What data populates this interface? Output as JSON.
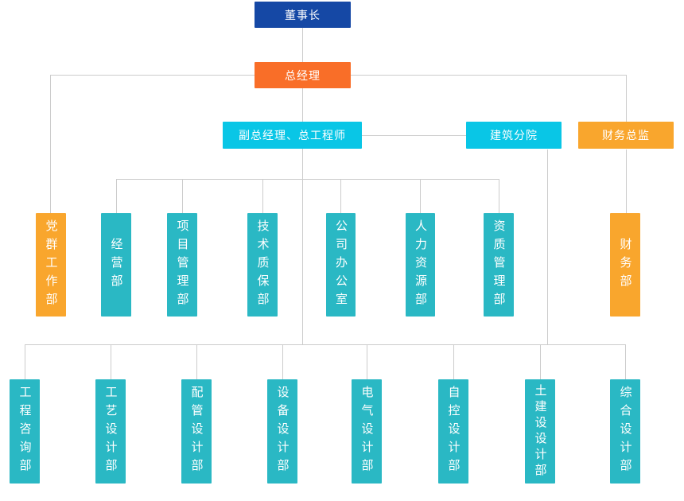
{
  "org_chart": {
    "type": "organization-chart",
    "level1": [
      {
        "label": "董事长"
      }
    ],
    "level2": [
      {
        "label": "总经理"
      }
    ],
    "level3": [
      {
        "label": "副总经理、总工程师"
      },
      {
        "label": "建筑分院"
      },
      {
        "label": "财务总监"
      }
    ],
    "departments": [
      {
        "label": "党群工作部"
      },
      {
        "label": "经营部"
      },
      {
        "label": "项目管理部"
      },
      {
        "label": "技术质保部"
      },
      {
        "label": "公司办公室"
      },
      {
        "label": "人力资源部"
      },
      {
        "label": "资质管理部"
      },
      {
        "label": "财务部"
      }
    ],
    "design_departments": [
      {
        "label": "工程咨询部"
      },
      {
        "label": "工艺设计部"
      },
      {
        "label": "配管设计部"
      },
      {
        "label": "设备设计部"
      },
      {
        "label": "电气设计部"
      },
      {
        "label": "自控设计部"
      },
      {
        "label": "土建设设计部"
      },
      {
        "label": "综合设计部"
      }
    ]
  },
  "colors": {
    "chairman_blue": "#1548a5",
    "general_manager_orange": "#f96e28",
    "branch_cyan": "#09c6e6",
    "finance_amber": "#f9a62d",
    "department_teal": "#2ab8c4",
    "connector_gray": "#cccccc",
    "text_white": "#ffffff"
  }
}
